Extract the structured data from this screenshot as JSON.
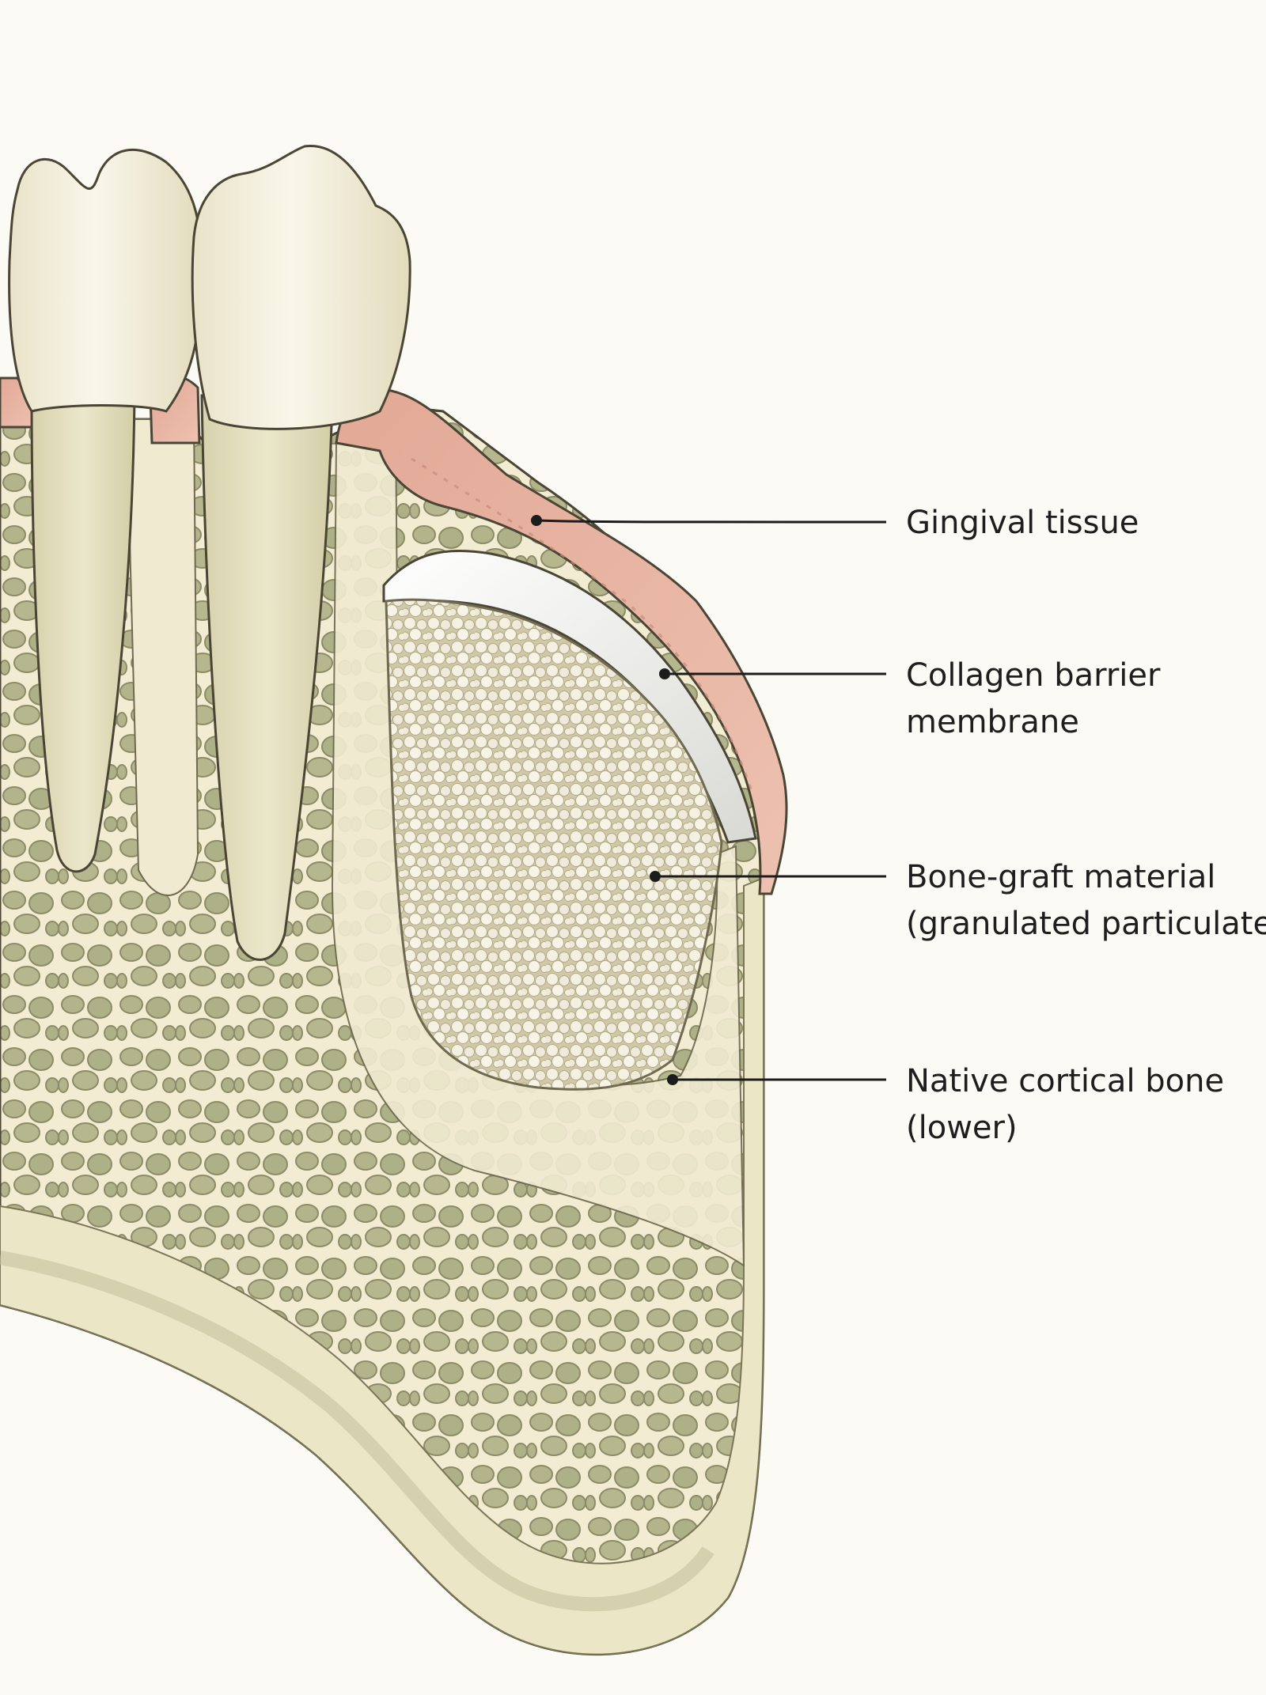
{
  "labels": {
    "gingival": {
      "lines": [
        "Gingival tissue"
      ]
    },
    "membrane": {
      "lines": [
        "Collagen barrier",
        "membrane"
      ]
    },
    "graft": {
      "lines": [
        "Bone-graft material",
        "(granulated particulate)"
      ]
    },
    "cortical": {
      "lines": [
        "Native cortical bone",
        "(lower)"
      ]
    }
  },
  "colors": {
    "background": "#fbfaf5",
    "enamel": "#f1ecd9",
    "root": "#e4dfbf",
    "bone": "#f1ecd2",
    "trabecular_space": "#b3b48b",
    "gingiva": "#e9b6a3",
    "membrane": "#f3f3f1",
    "graft_granule": "#f4f0e2",
    "graft_shadow": "#c5c09d",
    "outline": "#4a4535",
    "callout": "#1c1c1c"
  }
}
